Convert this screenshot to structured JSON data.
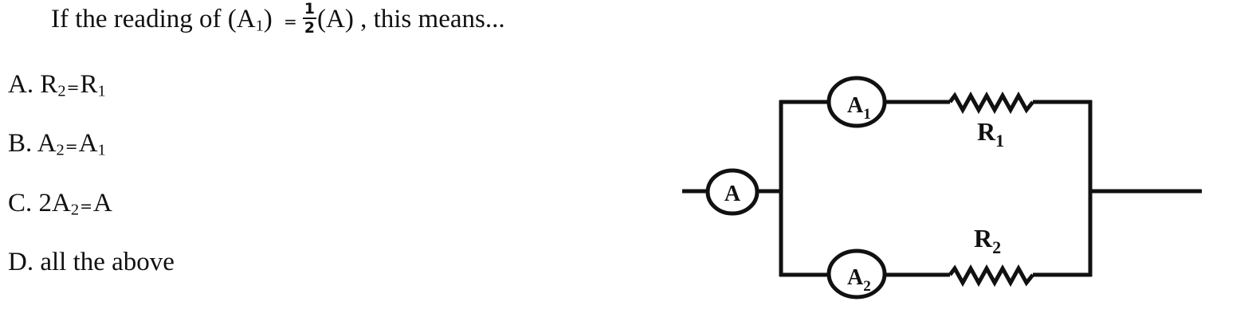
{
  "question": {
    "lead": "If the reading of (A",
    "lead_sub": "1",
    "mid": ") ",
    "equals": "=",
    "frac_num": "1",
    "frac_den": "2",
    "tail": "(A) , this means..."
  },
  "options": [
    {
      "parts": [
        "A. R",
        "2",
        "=",
        "R",
        "1",
        ""
      ]
    },
    {
      "parts": [
        "B. A",
        "2",
        "=",
        "A",
        "1",
        ""
      ]
    },
    {
      "parts": [
        "C. 2A",
        "2",
        "=",
        "A",
        "",
        ""
      ]
    },
    {
      "parts": [
        "D. all the above",
        "",
        "",
        "",
        "",
        ""
      ]
    }
  ],
  "diagram": {
    "meter_main": {
      "letter": "A"
    },
    "meter_1": {
      "letter": "A",
      "sub": "1"
    },
    "meter_2": {
      "letter": "A",
      "sub": "2"
    },
    "resistor_1": {
      "letter": "R",
      "sub": "1"
    },
    "resistor_2": {
      "letter": "R",
      "sub": "2"
    }
  }
}
